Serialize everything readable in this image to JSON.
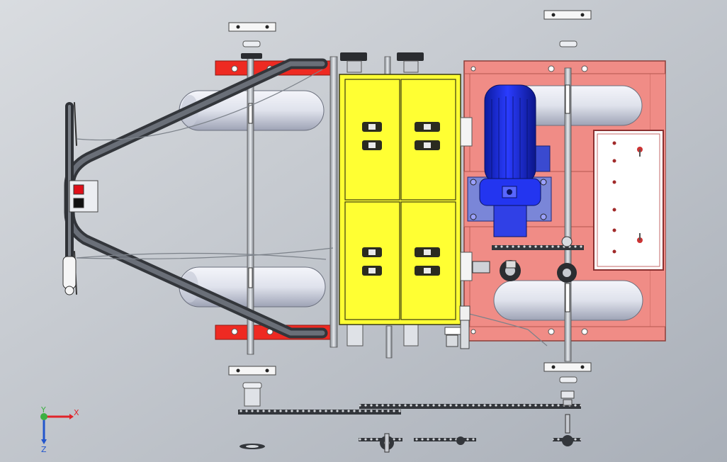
{
  "view": {
    "type": "3d-cad-assembly-top-view",
    "background_colors": [
      "#d9dce0",
      "#a9afb8"
    ]
  },
  "triad": {
    "x_label": "X",
    "y_label": "Y",
    "z_label": "Z",
    "colors": {
      "x": "#e0242a",
      "y": "#3cb043",
      "z": "#2255cc"
    }
  },
  "parts": {
    "frame_color": "#f08c86",
    "frame_bar_color": "#ee2a22",
    "battery_box_color": "#ffff33",
    "motor_color": "#1c2fe8",
    "wheel_color": "#e3e6ef",
    "handle_color": "#4a4e55",
    "control_box_button_colors": [
      "#e0101a",
      "#111111"
    ]
  }
}
